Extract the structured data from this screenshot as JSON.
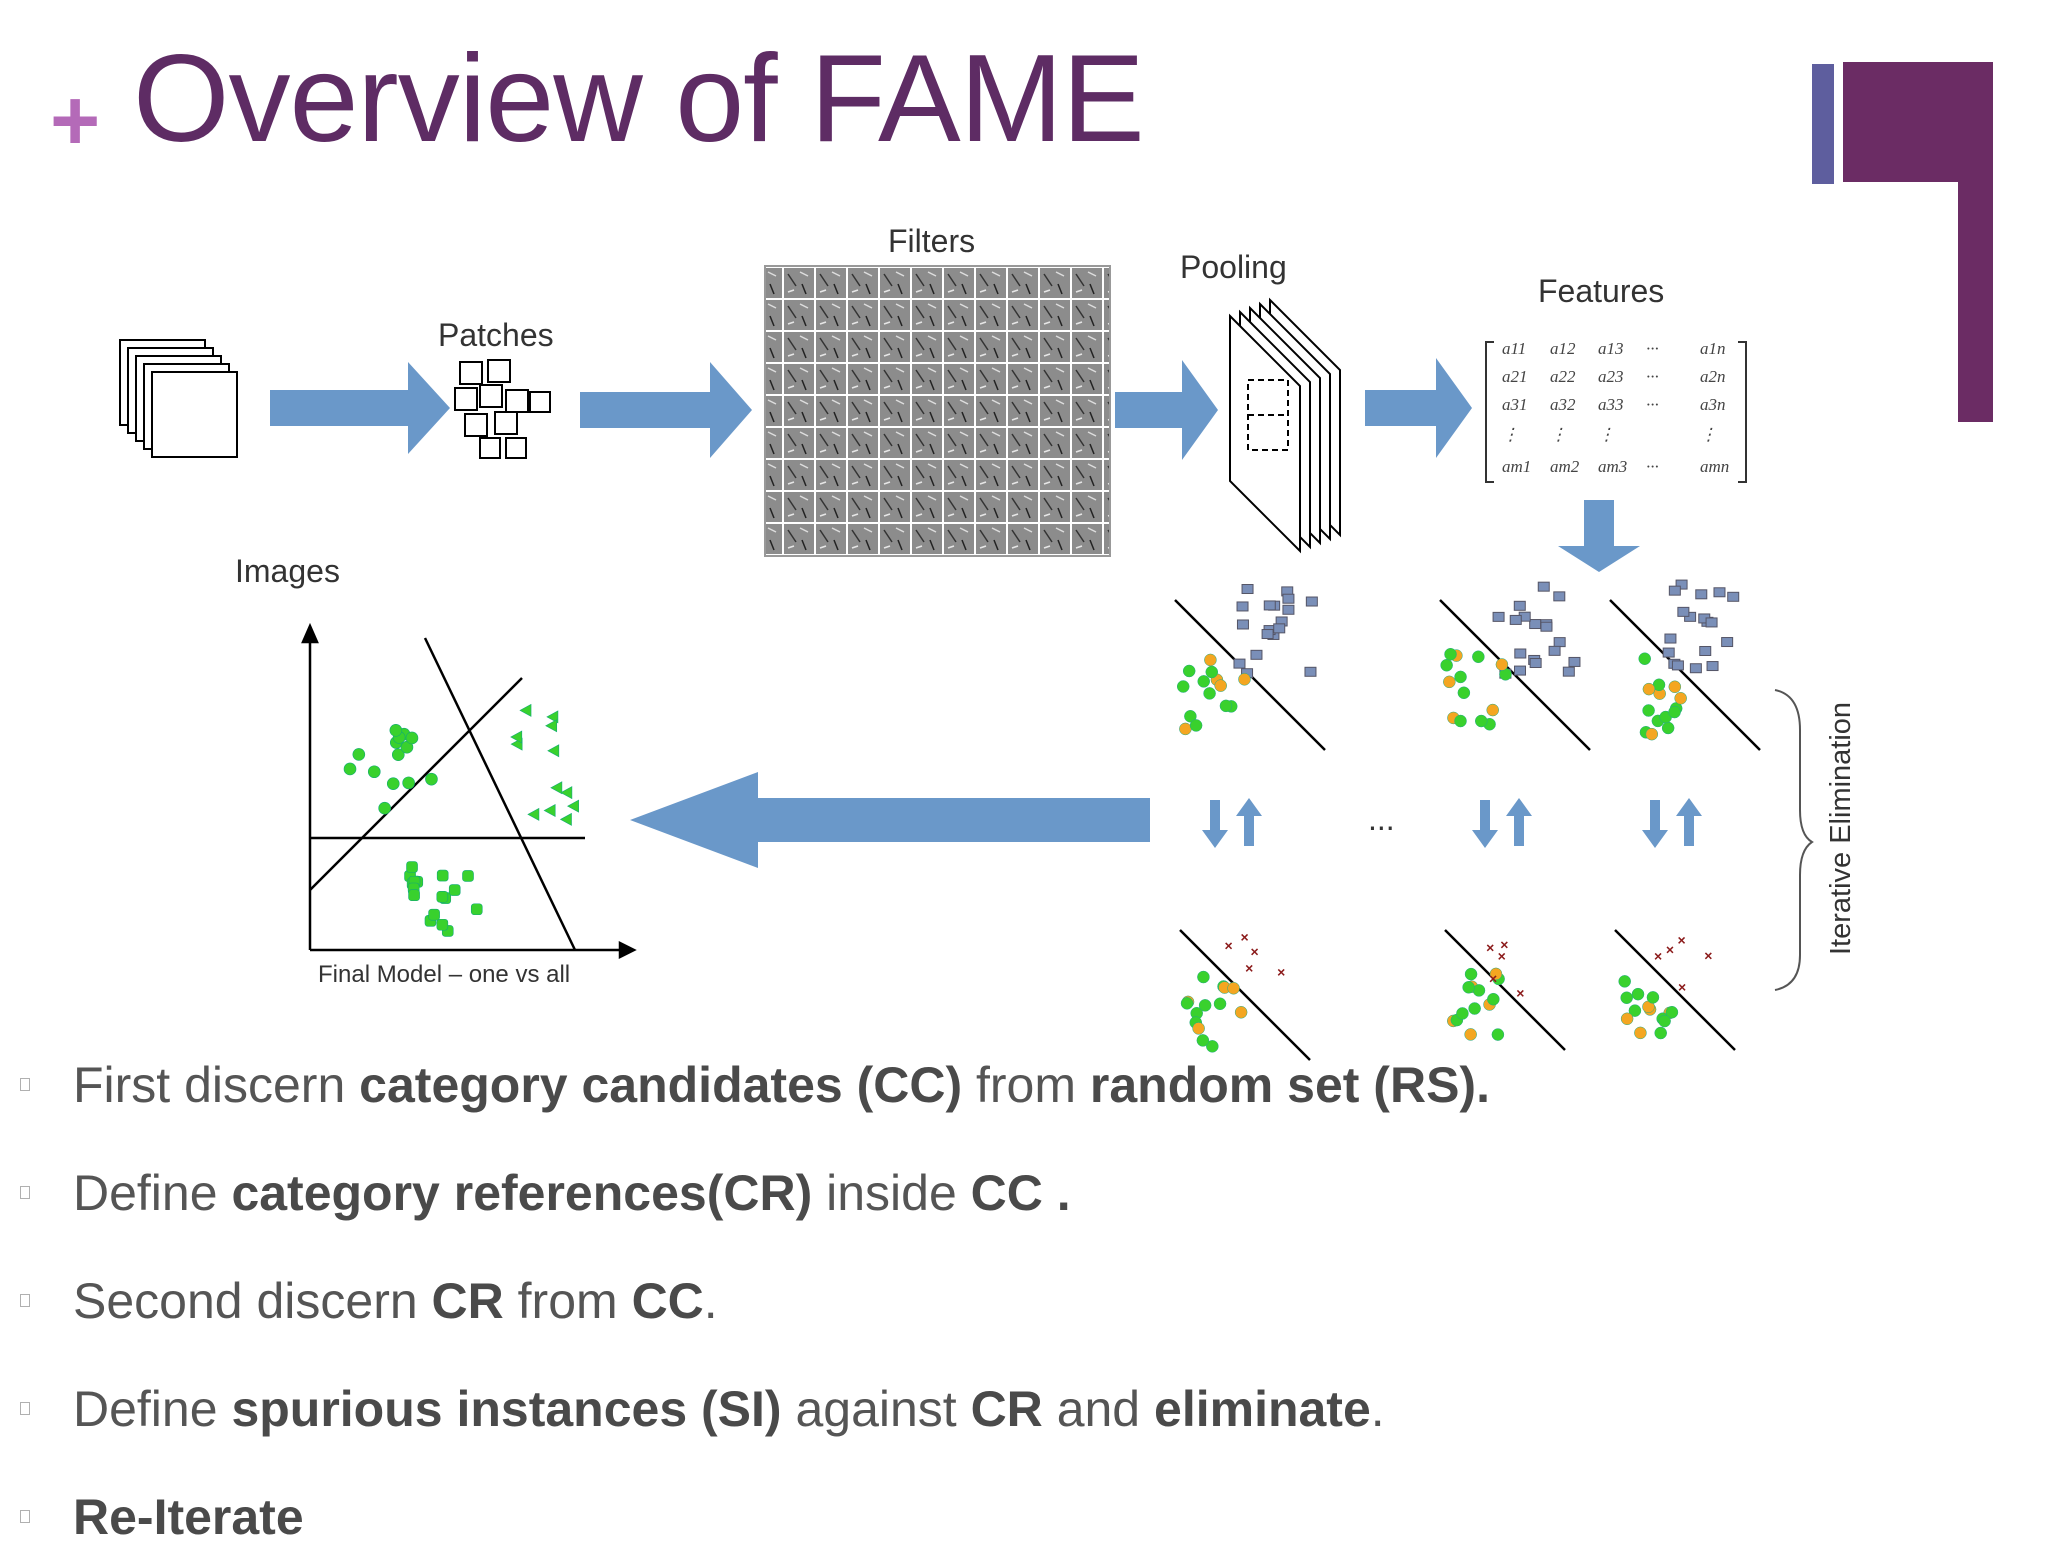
{
  "slide": {
    "plus_symbol": "+",
    "title": "Overview of FAME",
    "accent_colors": {
      "title": "#5e2c64",
      "plus": "#b46ab8",
      "deco_blue": "#5e5e9e",
      "deco_purple": "#6b2c64",
      "arrow": "#6a98c9"
    }
  },
  "diagram": {
    "labels": {
      "images": "Images",
      "patches": "Patches",
      "filters": "Filters",
      "pooling": "Pooling",
      "features": "Features",
      "final_model": "Final Model – one vs all",
      "iterative_elimination": "Iterative Elimination",
      "ellipsis": "..."
    },
    "matrix": {
      "rows": [
        [
          "a11",
          "a12",
          "a13",
          "···",
          "a1n"
        ],
        [
          "a21",
          "a22",
          "a23",
          "···",
          "a2n"
        ],
        [
          "a31",
          "a32",
          "a33",
          "···",
          "a3n"
        ],
        [
          "⋮",
          "⋮",
          "⋮",
          "",
          "⋮"
        ],
        [
          "am1",
          "am2",
          "am3",
          "···",
          "amn"
        ]
      ]
    }
  },
  "bullets": [
    {
      "parts": [
        {
          "t": "First discern ",
          "b": false
        },
        {
          "t": "category candidates (CC)",
          "b": true
        },
        {
          "t": " from ",
          "b": false
        },
        {
          "t": "random set (RS).",
          "b": true
        }
      ]
    },
    {
      "parts": [
        {
          "t": "Define ",
          "b": false
        },
        {
          "t": "category references(CR)",
          "b": true
        },
        {
          "t": " inside ",
          "b": false
        },
        {
          "t": "CC .",
          "b": true
        }
      ]
    },
    {
      "parts": [
        {
          "t": "Second discern ",
          "b": false
        },
        {
          "t": "CR",
          "b": true
        },
        {
          "t": " from ",
          "b": false
        },
        {
          "t": "CC",
          "b": true
        },
        {
          "t": ".",
          "b": false
        }
      ]
    },
    {
      "parts": [
        {
          "t": "Define ",
          "b": false
        },
        {
          "t": "spurious instances (SI)",
          "b": true
        },
        {
          "t": "  against ",
          "b": false
        },
        {
          "t": "CR",
          "b": true
        },
        {
          "t": " and ",
          "b": false
        },
        {
          "t": "eliminate",
          "b": true
        },
        {
          "t": ".",
          "b": false
        }
      ]
    },
    {
      "parts": [
        {
          "t": "Re-Iterate",
          "b": true
        }
      ]
    }
  ]
}
